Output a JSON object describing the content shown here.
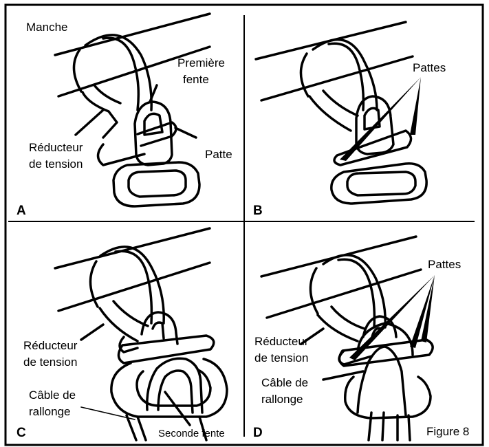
{
  "panels": {
    "a": {
      "letter": "A",
      "labels": {
        "manche": "Manche",
        "premiere_fente_1": "Première",
        "premiere_fente_2": "fente",
        "reducteur_1": "Réducteur",
        "reducteur_2": "de tension",
        "patte": "Patte"
      }
    },
    "b": {
      "letter": "B",
      "labels": {
        "pattes": "Pattes"
      }
    },
    "c": {
      "letter": "C",
      "labels": {
        "reducteur_1": "Réducteur",
        "reducteur_2": "de tension",
        "cable_1": "Câble de",
        "cable_2": "rallonge",
        "seconde_fente": "Seconde fente"
      }
    },
    "d": {
      "letter": "D",
      "labels": {
        "pattes": "Pattes",
        "reducteur_1": "Réducteur",
        "reducteur_2": "de tension",
        "cable_1": "Câble de",
        "cable_2": "rallonge"
      }
    }
  },
  "caption": "Figure 8"
}
